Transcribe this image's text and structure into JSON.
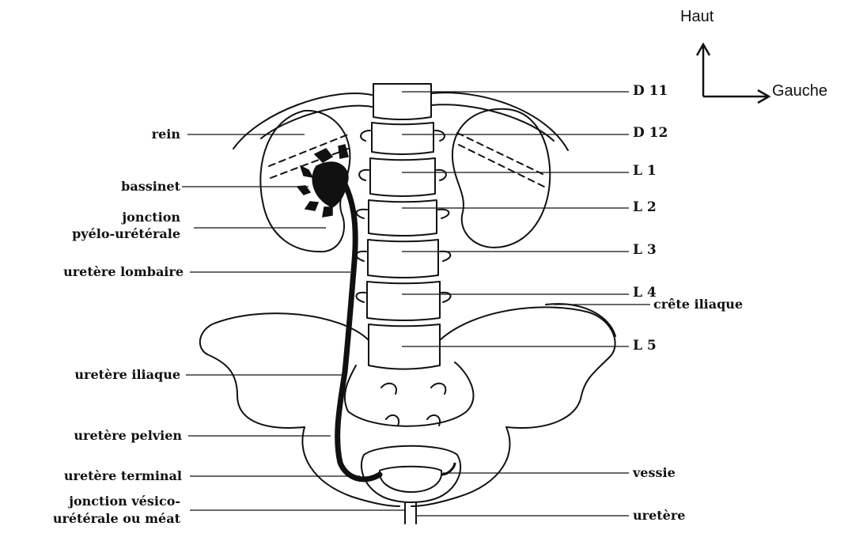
{
  "orientation": {
    "up_label": "Haut",
    "left_label": "Gauche"
  },
  "left_labels": {
    "rein": "rein",
    "bassinet": "bassinet",
    "jonction_pu_1": "jonction",
    "jonction_pu_2": "pyélo-urétérale",
    "uretere_lombaire": "uretère lombaire",
    "uretere_iliaque": "uretère iliaque",
    "uretere_pelvien": "uretère pelvien",
    "uretere_terminal": "uretère terminal",
    "jonction_vu_1": "jonction vésico-",
    "jonction_vu_2": "urétérale ou méat"
  },
  "right_labels": {
    "d11": "D 11",
    "d12": "D 12",
    "l1": "L 1",
    "l2": "L 2",
    "l3": "L 3",
    "l4": "L 4",
    "crete_iliaque": "crête iliaque",
    "l5": "L 5",
    "vessie": "vessie",
    "uretere": "uretère"
  },
  "colors": {
    "ink": "#111111",
    "background": "#ffffff"
  }
}
